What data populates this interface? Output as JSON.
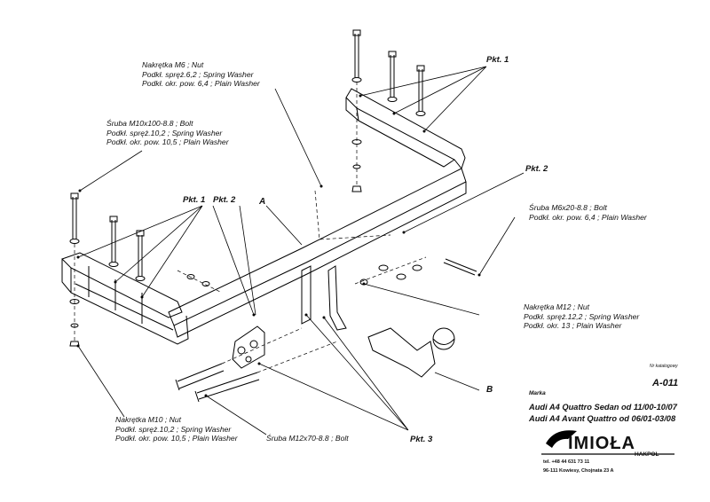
{
  "labels": {
    "nut_m6": [
      "Nakrętka  M6 ; Nut",
      "Podkł. spręż.6,2 ; Spring Washer",
      "Podkł. okr. pow. 6,4 ; Plain Washer"
    ],
    "bolt_m10": [
      "Śruba M10x100-8.8 ;  Bolt",
      "Podkł. spręż.10,2 ; Spring Washer",
      "Podkł. okr. pow. 10,5 ; Plain Washer"
    ],
    "bolt_m6": [
      "Śruba M6x20-8.8 ;  Bolt",
      "Podkł. okr. pow. 6,4 ; Plain Washer"
    ],
    "nut_m12": [
      "Nakrętka  M12 ; Nut",
      "Podkł. spręż.12,2 ; Spring Washer",
      "Podkł. okr. 13 ; Plain Washer"
    ],
    "nut_m10": [
      "Nakrętka  M10 ; Nut",
      "Podkł. spręż.10,2 ; Spring Washer",
      "Podkł. okr. pow. 10,5 ; Plain Washer"
    ],
    "bolt_m12": "Śruba M12x70-8.8 ;  Bolt"
  },
  "points": {
    "pkt1_top": "Pkt. 1",
    "pkt1_left": "Pkt. 1",
    "pkt2_left": "Pkt. 2",
    "pkt2_right": "Pkt. 2",
    "pkt3": "Pkt. 3",
    "letter_a": "A",
    "letter_b": "B"
  },
  "info": {
    "catalog_label": "Nr katalogowy",
    "catalog_number": "A-011",
    "marka_label": "Marka",
    "model1": "Audi A4 Quattro Sedan   od 11/00-10/07",
    "model2": "Audi A4 Avant Quattro   od 06/01-03/08",
    "brand": "IMIOŁA",
    "brand_sub": "HAKPOL",
    "phone": "tel. +48 44 631 73 11",
    "address": "96-111 Kowiesy, Chojnata 23 A"
  }
}
